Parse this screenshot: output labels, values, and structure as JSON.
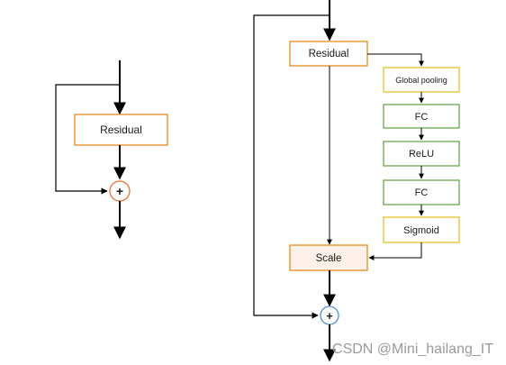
{
  "colors": {
    "orange_border": "#e88a1d",
    "green_border": "#6aa84f",
    "yellow_border": "#e6c229",
    "scale_fill": "#fdf1ea",
    "sum_left": "#e8732a",
    "sum_right": "#4a8fd6",
    "line": "#000000",
    "watermark": "#9a9a9a"
  },
  "left_block": {
    "residual_label": "Residual",
    "sum_symbol": "+"
  },
  "right_block": {
    "residual_label": "Residual",
    "global_pooling_label": "Global pooling",
    "fc1_label": "FC",
    "relu_label": "ReLU",
    "fc2_label": "FC",
    "sigmoid_label": "Sigmoid",
    "scale_label": "Scale",
    "sum_symbol": "+"
  },
  "watermark": "CSDN @Mini_hailang_IT"
}
